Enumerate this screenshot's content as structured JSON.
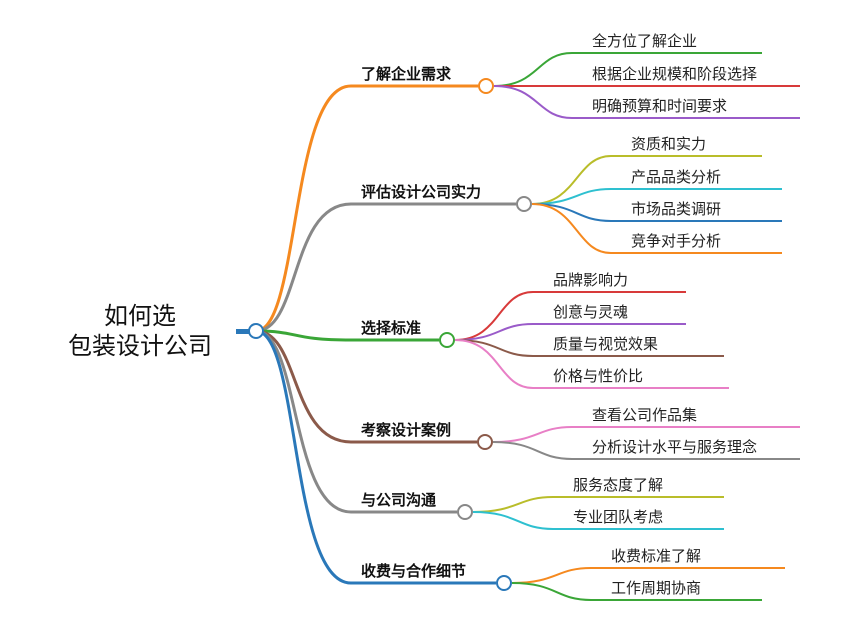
{
  "root": {
    "line1": "如何选",
    "line2": "包装设计公司"
  },
  "branches": [
    {
      "label": "了解企业需求",
      "color": "#f5891f",
      "leaves": [
        {
          "label": "全方位了解企业",
          "color": "#3aa637"
        },
        {
          "label": "根据企业规模和阶段选择",
          "color": "#d83a3a"
        },
        {
          "label": "明确预算和时间要求",
          "color": "#9a5bc9"
        }
      ]
    },
    {
      "label": "评估设计公司实力",
      "color": "#888888",
      "leaves": [
        {
          "label": "资质和实力",
          "color": "#b9bd2a"
        },
        {
          "label": "产品品类分析",
          "color": "#2ec0d0"
        },
        {
          "label": "市场品类调研",
          "color": "#2a78b9"
        },
        {
          "label": "竞争对手分析",
          "color": "#f5891f"
        }
      ]
    },
    {
      "label": "选择标准",
      "color": "#3aa637",
      "leaves": [
        {
          "label": "品牌影响力",
          "color": "#d83a3a"
        },
        {
          "label": "创意与灵魂",
          "color": "#9a5bc9"
        },
        {
          "label": "质量与视觉效果",
          "color": "#8b5a4a"
        },
        {
          "label": "价格与性价比",
          "color": "#e87fc6"
        }
      ]
    },
    {
      "label": "考察设计案例",
      "color": "#8b5a4a",
      "leaves": [
        {
          "label": "查看公司作品集",
          "color": "#e87fc6"
        },
        {
          "label": "分析设计水平与服务理念",
          "color": "#888888"
        }
      ]
    },
    {
      "label": "与公司沟通",
      "color": "#888888",
      "leaves": [
        {
          "label": "服务态度了解",
          "color": "#b9bd2a"
        },
        {
          "label": "专业团队考虑",
          "color": "#2ec0d0"
        }
      ]
    },
    {
      "label": "收费与合作细节",
      "color": "#2a78b9",
      "leaves": [
        {
          "label": "收费标准了解",
          "color": "#f5891f"
        },
        {
          "label": "工作周期协商",
          "color": "#3aa637"
        }
      ]
    }
  ]
}
